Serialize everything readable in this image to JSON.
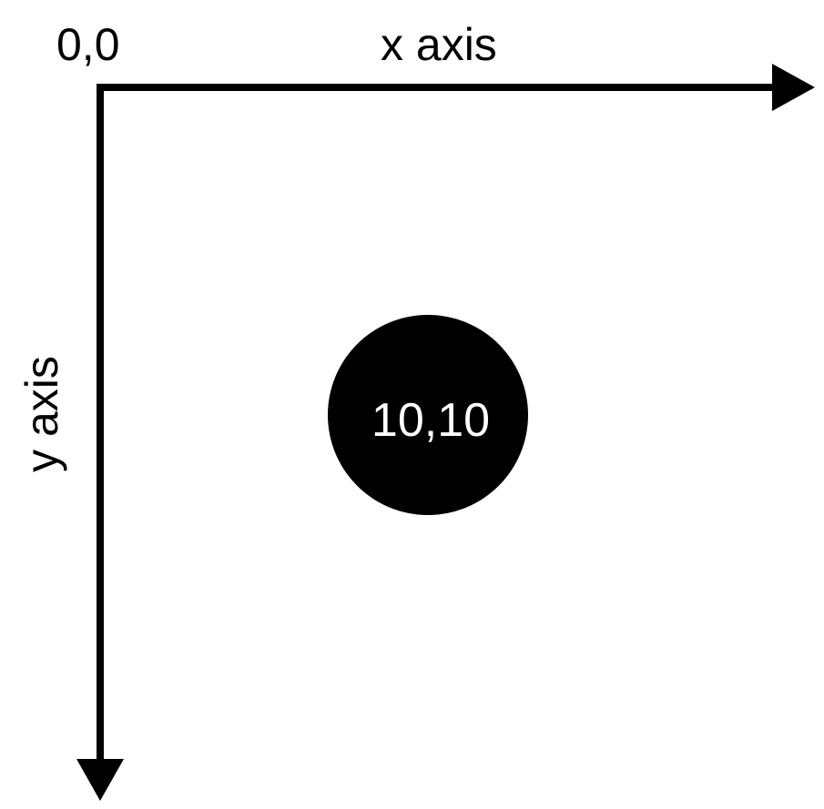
{
  "diagram": {
    "origin_label": "0,0",
    "x_axis_label": "x axis",
    "y_axis_label": "y axis",
    "point_label": "10,10",
    "colors": {
      "background": "#ffffff",
      "axis": "#000000",
      "point_fill": "#000000",
      "point_text": "#ffffff"
    }
  }
}
